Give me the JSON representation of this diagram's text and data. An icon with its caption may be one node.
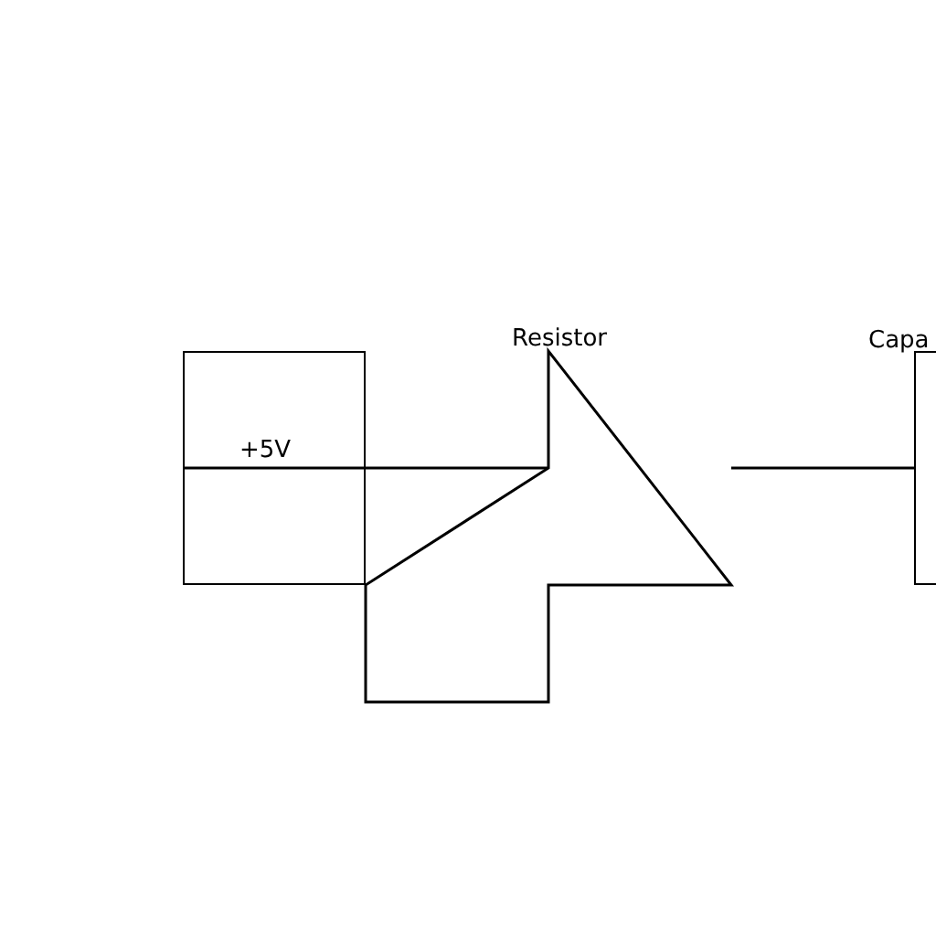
{
  "diagram": {
    "nodes": [
      {
        "text": [
          "+5V"
        ]
      },
      {
        "text": [
          "Resistor"
        ]
      },
      {
        "text": [
          "Capa"
        ]
      }
    ],
    "edges": [
      {
        "from": 0,
        "to": 1,
        "arrow": "none"
      },
      {
        "from": 1,
        "to": 2,
        "arrow": "none"
      }
    ]
  }
}
